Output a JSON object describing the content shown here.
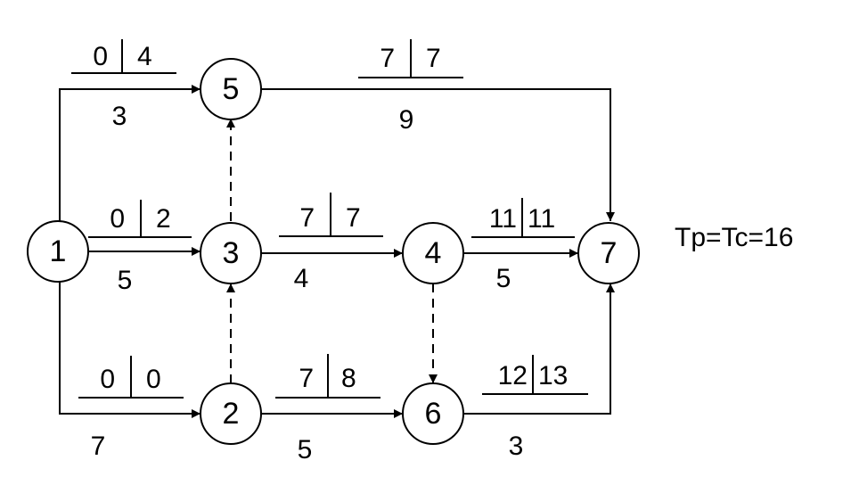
{
  "nodes": [
    {
      "id": "1",
      "label": "1"
    },
    {
      "id": "2",
      "label": "2"
    },
    {
      "id": "3",
      "label": "3"
    },
    {
      "id": "4",
      "label": "4"
    },
    {
      "id": "5",
      "label": "5"
    },
    {
      "id": "6",
      "label": "6"
    },
    {
      "id": "7",
      "label": "7"
    }
  ],
  "edges": [
    {
      "from": "1",
      "to": "5",
      "duration": "3",
      "es": "0",
      "ls": "4"
    },
    {
      "from": "1",
      "to": "3",
      "duration": "5",
      "es": "0",
      "ls": "2"
    },
    {
      "from": "1",
      "to": "2",
      "duration": "7",
      "es": "0",
      "ls": "0"
    },
    {
      "from": "5",
      "to": "7",
      "duration": "9",
      "es": "7",
      "ls": "7"
    },
    {
      "from": "3",
      "to": "4",
      "duration": "4",
      "es": "7",
      "ls": "7"
    },
    {
      "from": "4",
      "to": "7",
      "duration": "5",
      "es": "11",
      "ls": "11"
    },
    {
      "from": "2",
      "to": "6",
      "duration": "5",
      "es": "7",
      "ls": "8"
    },
    {
      "from": "6",
      "to": "7",
      "duration": "3",
      "es": "12",
      "ls": "13"
    }
  ],
  "dummy_edges": [
    {
      "from": "3",
      "to": "5"
    },
    {
      "from": "2",
      "to": "3"
    },
    {
      "from": "4",
      "to": "6"
    }
  ],
  "annotation": "Tp=Tc=16",
  "colors": {
    "stroke": "#000000",
    "background": "#ffffff"
  }
}
